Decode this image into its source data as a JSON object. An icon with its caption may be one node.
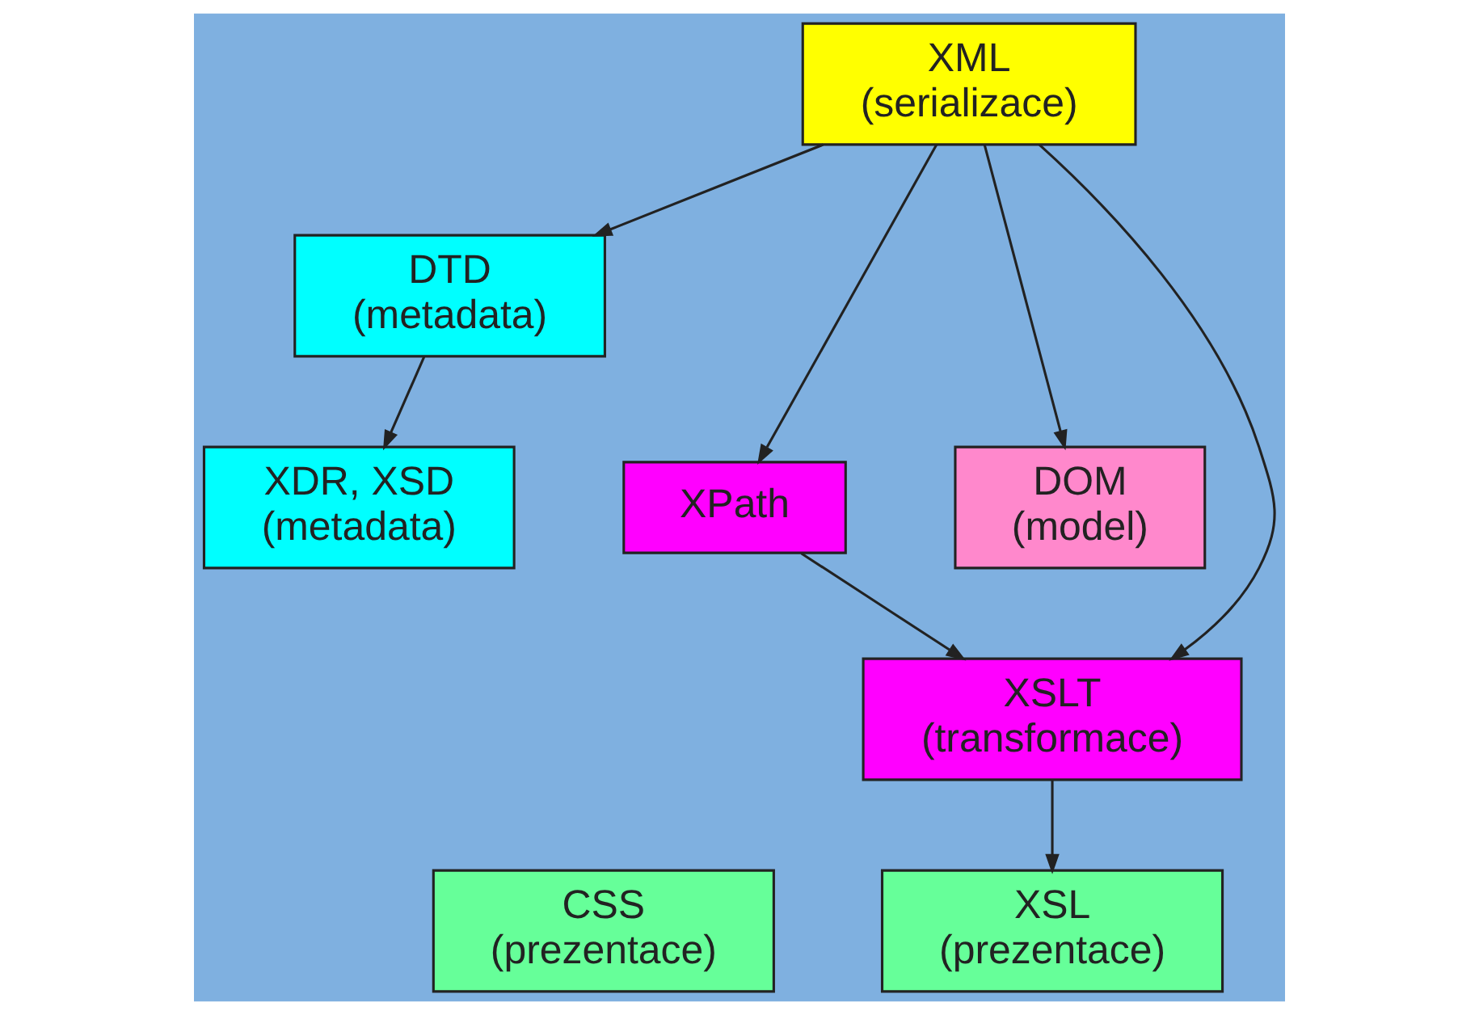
{
  "diagram": {
    "nodes": [
      {
        "text": [
          "XML",
          "(serializace)"
        ]
      },
      {
        "text": [
          "DTD",
          "(metadata)"
        ]
      },
      {
        "text": [
          "XDR, XSD",
          "(metadata)"
        ]
      },
      {
        "text": [
          "XPath"
        ]
      },
      {
        "text": [
          "DOM",
          "(model)"
        ]
      },
      {
        "text": [
          "XSLT",
          "(transformace)"
        ]
      },
      {
        "text": [
          "CSS",
          "(prezentace)"
        ]
      },
      {
        "text": [
          "XSL",
          "(prezentace)"
        ]
      }
    ],
    "edges": [
      {
        "from": 0,
        "to": 1,
        "arrow": "to"
      },
      {
        "from": 1,
        "to": 2,
        "arrow": "to"
      },
      {
        "from": 0,
        "to": 5,
        "arrow": "to"
      },
      {
        "from": 0,
        "to": 3,
        "arrow": "to"
      },
      {
        "from": 0,
        "to": 4,
        "arrow": "to"
      },
      {
        "from": 3,
        "to": 5,
        "arrow": "to"
      },
      {
        "from": 5,
        "to": 7,
        "arrow": "to"
      }
    ]
  }
}
